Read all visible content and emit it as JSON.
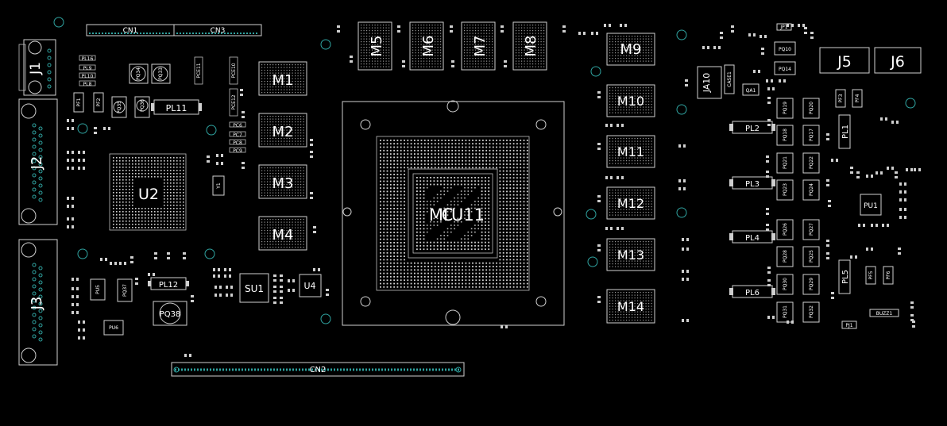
{
  "board": {
    "connectors": [
      {
        "id": "cn1",
        "label": "CN1"
      },
      {
        "id": "cn3",
        "label": "CN3"
      },
      {
        "id": "cn2",
        "label": "CN2"
      },
      {
        "id": "j1",
        "label": "J1"
      },
      {
        "id": "j2",
        "label": "J2"
      },
      {
        "id": "j3",
        "label": "J3"
      },
      {
        "id": "j5",
        "label": "J5"
      },
      {
        "id": "j6",
        "label": "J6"
      }
    ],
    "memory": [
      "M1",
      "M2",
      "M3",
      "M4",
      "M5",
      "M6",
      "M7",
      "M8",
      "M9",
      "M10",
      "M11",
      "M12",
      "M13",
      "M14"
    ],
    "gpu_label": "M̶C̶U11",
    "gpu_label_a": "MI",
    "gpu_label_b": "C",
    "gpu_label_c": "U11",
    "ics": [
      {
        "id": "u2",
        "label": "U2"
      },
      {
        "id": "su1",
        "label": "SU1"
      },
      {
        "id": "u4",
        "label": "U4"
      },
      {
        "id": "pu1",
        "label": "PU1"
      },
      {
        "id": "ja10",
        "label": "JA10"
      }
    ],
    "inductors": [
      {
        "id": "pl11",
        "label": "PL11"
      },
      {
        "id": "pl12",
        "label": "PL12"
      },
      {
        "id": "pl2",
        "label": "PL2"
      },
      {
        "id": "pl3",
        "label": "PL3"
      },
      {
        "id": "pl4",
        "label": "PL4"
      },
      {
        "id": "pl6",
        "label": "PL6"
      },
      {
        "id": "pl1",
        "label": "PL1"
      },
      {
        "id": "pl5",
        "label": "PL5"
      }
    ],
    "pq": [
      {
        "id": "pq38",
        "label": "PQ38"
      },
      {
        "id": "pq34",
        "label": "PQ34"
      },
      {
        "id": "pq33",
        "label": "PQ33"
      },
      {
        "id": "pq35",
        "label": "PQ35"
      },
      {
        "id": "pq36",
        "label": "PQ36"
      },
      {
        "id": "pq37",
        "label": "PQ37"
      },
      {
        "id": "pu5",
        "label": "PU5"
      },
      {
        "id": "pu6",
        "label": "PU6"
      },
      {
        "id": "pq10",
        "label": "PQ10"
      },
      {
        "id": "pq14",
        "label": "PQ14"
      },
      {
        "id": "pq19",
        "label": "PQ19"
      },
      {
        "id": "pq20",
        "label": "PQ20"
      },
      {
        "id": "pq18",
        "label": "PQ18"
      },
      {
        "id": "pq17",
        "label": "PQ17"
      },
      {
        "id": "pq21",
        "label": "PQ21"
      },
      {
        "id": "pq22",
        "label": "PQ22"
      },
      {
        "id": "pq23",
        "label": "PQ23"
      },
      {
        "id": "pq24",
        "label": "PQ24"
      },
      {
        "id": "pq26",
        "label": "PQ26"
      },
      {
        "id": "pq27",
        "label": "PQ27"
      },
      {
        "id": "pq28",
        "label": "PQ28"
      },
      {
        "id": "pq25",
        "label": "PQ25"
      },
      {
        "id": "pq30",
        "label": "PQ30"
      },
      {
        "id": "pq29",
        "label": "PQ29"
      },
      {
        "id": "pq31",
        "label": "PQ31"
      },
      {
        "id": "pq32",
        "label": "PQ32"
      }
    ],
    "misc": [
      {
        "id": "y1",
        "label": "Y1"
      },
      {
        "id": "buzz1",
        "label": "BUZZ1"
      },
      {
        "id": "pj1",
        "label": "PJ1"
      },
      {
        "id": "jp1",
        "label": "JP1"
      },
      {
        "id": "case1",
        "label": "CASE1"
      },
      {
        "id": "pf3",
        "label": "PF3"
      },
      {
        "id": "pf4",
        "label": "PF4"
      },
      {
        "id": "pf5",
        "label": "PF5"
      },
      {
        "id": "pf6",
        "label": "PF6"
      },
      {
        "id": "pf1",
        "label": "PF1"
      },
      {
        "id": "pf2",
        "label": "PF2"
      },
      {
        "id": "qa1",
        "label": "QA1"
      },
      {
        "id": "pl16",
        "label": "PL16"
      },
      {
        "id": "pl9",
        "label": "PL9"
      },
      {
        "id": "pl10",
        "label": "PL10"
      },
      {
        "id": "pl8",
        "label": "PL8"
      },
      {
        "id": "pc6",
        "label": "PC6"
      },
      {
        "id": "pc7",
        "label": "PC7"
      },
      {
        "id": "pc8",
        "label": "PC8"
      },
      {
        "id": "pc9",
        "label": "PC9"
      },
      {
        "id": "pcs1",
        "label": "PCE11"
      },
      {
        "id": "pcs2",
        "label": "PCE10"
      },
      {
        "id": "pcs3",
        "label": "PCE12"
      }
    ]
  },
  "colors": {
    "background": "#000000",
    "silk": "#cfcfcf",
    "pad": "#2fa3a0",
    "text": "#ffffff"
  }
}
